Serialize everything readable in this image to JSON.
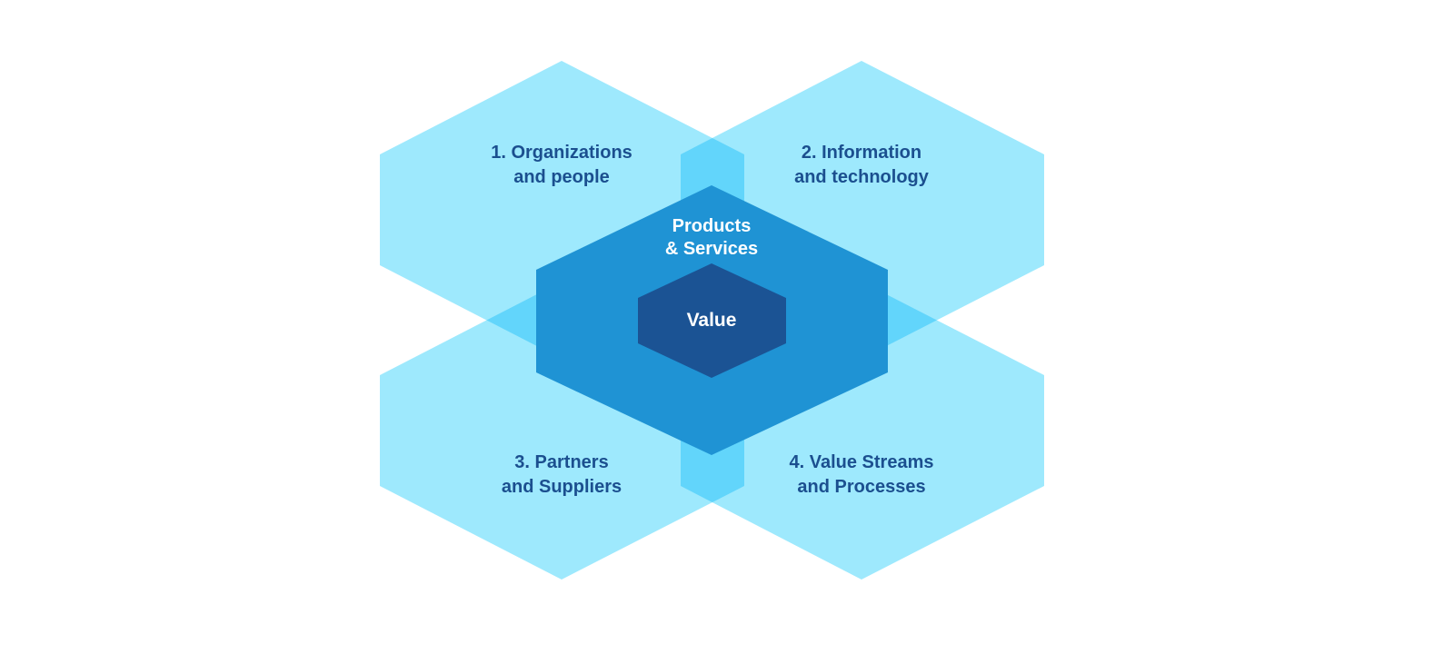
{
  "diagram": {
    "title": "Four dimensions of service management",
    "dimensions": [
      {
        "line1": "1. Organizations",
        "line2": "and people"
      },
      {
        "line1": "2. Information",
        "line2": "and technology"
      },
      {
        "line1": "3. Partners",
        "line2": "and Suppliers"
      },
      {
        "line1": "4. Value Streams",
        "line2": "and Processes"
      }
    ],
    "center": {
      "line1": "Products",
      "line2": "& Services"
    },
    "core": "Value",
    "colors": {
      "outer": "#9ee9fd",
      "overlap": "#5dd9fa",
      "center": "#1f93d4",
      "core": "#1b5394",
      "label": "#1b4f8f"
    }
  }
}
